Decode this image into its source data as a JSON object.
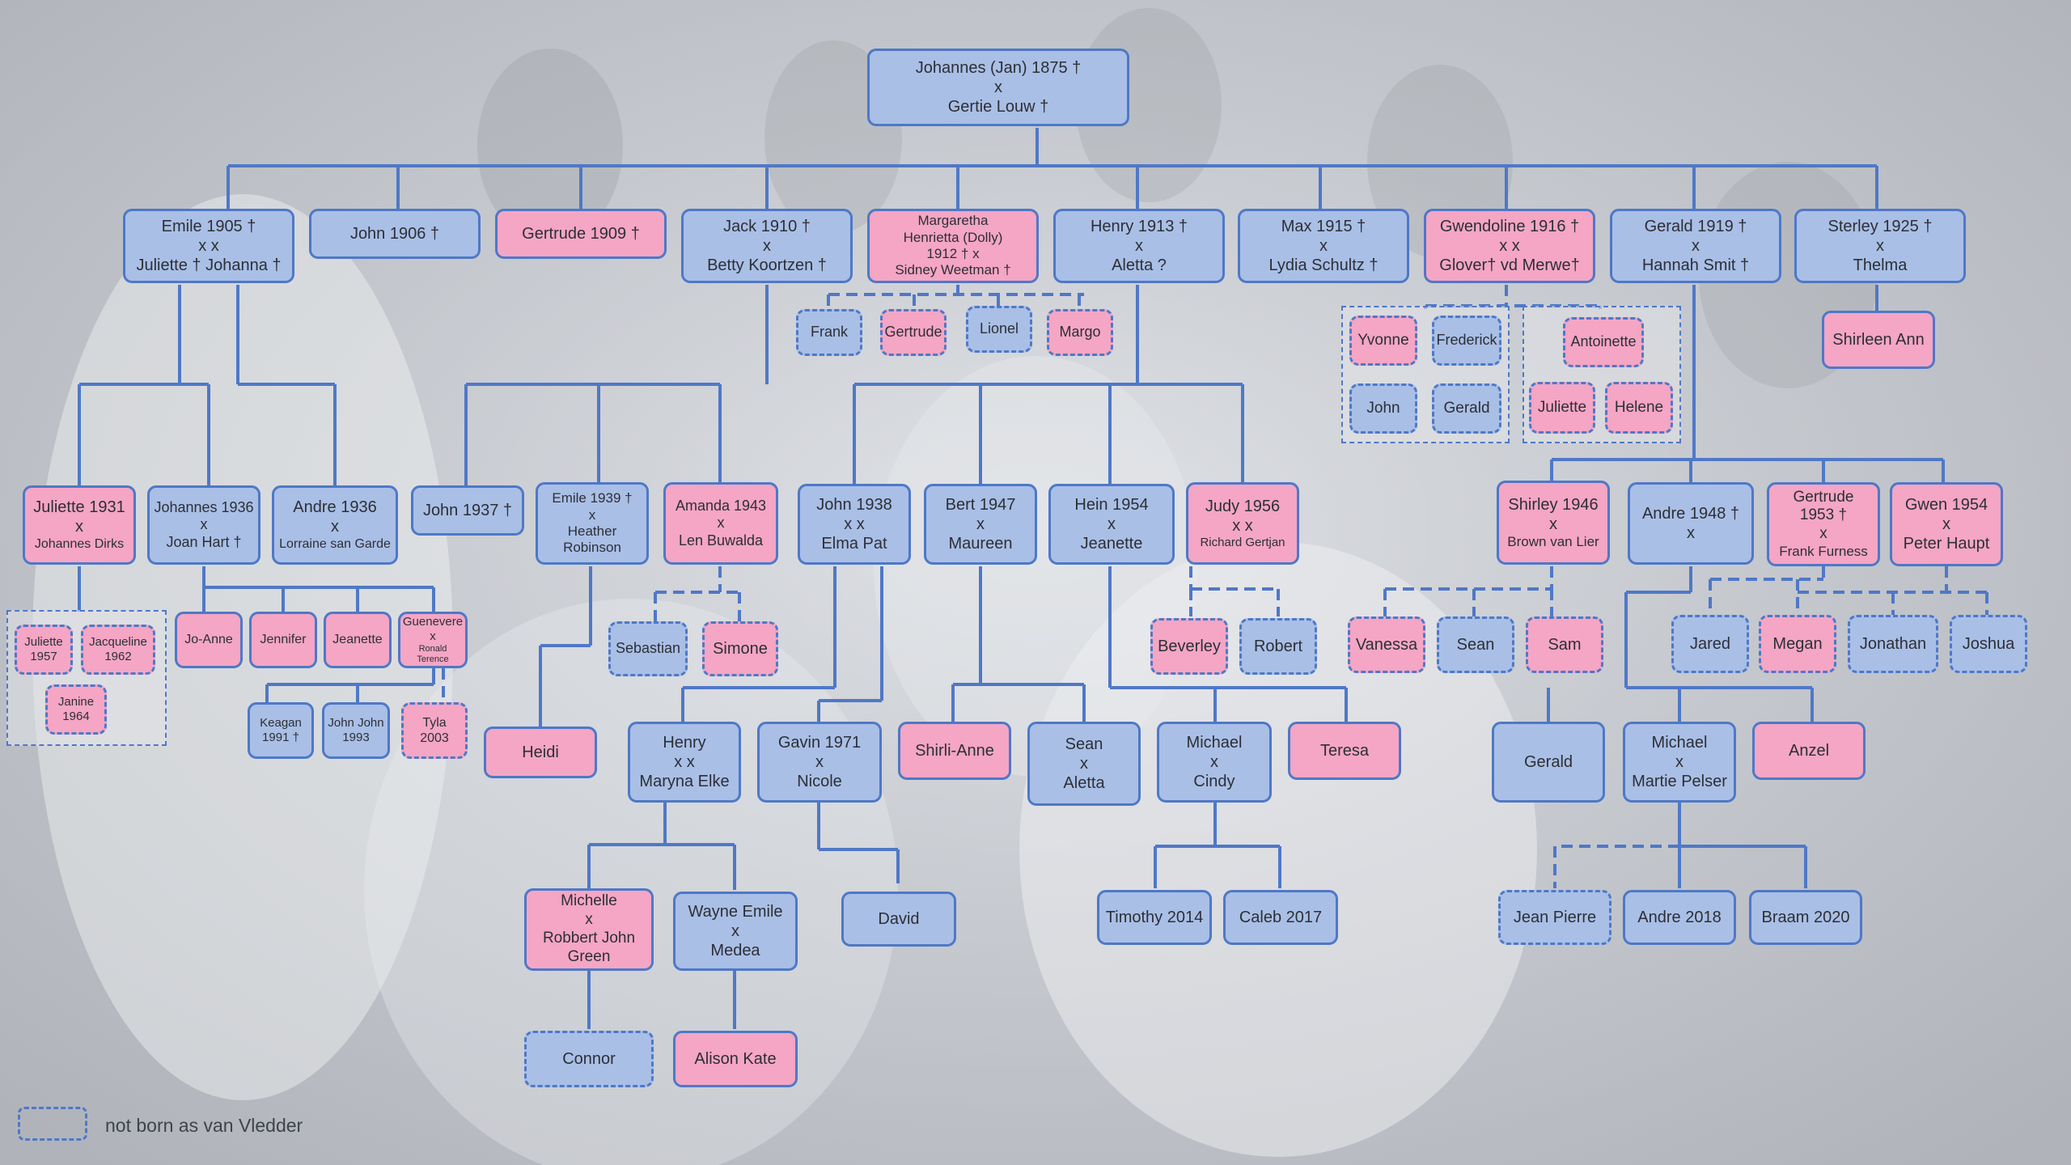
{
  "legend": {
    "label": "not born as van Vledder"
  },
  "colors": {
    "male": "#a9bfe6",
    "female": "#f4a6c4",
    "line": "#4f78c7"
  },
  "people": {
    "johannes_jan": "Johannes (Jan) 1875 †\nx\nGertie Louw †",
    "emile_1905": "Emile 1905 †\nx           x\nJuliette † Johanna †",
    "john_1906": "John 1906 †",
    "gertrude_1909": "Gertrude 1909 †",
    "jack_1910": "Jack 1910 †\nx\nBetty Koortzen †",
    "margaretha": "Margaretha\nHenrietta (Dolly)\n1912 † x\nSidney Weetman †",
    "henry_1913": "Henry 1913 †\nx\nAletta ?",
    "max_1915": "Max 1915 †\nx\nLydia Schultz †",
    "gwendoline_1916": "Gwendoline 1916 †\nx          x\nGlover†  vd Merwe†",
    "gerald_1919": "Gerald 1919 †\nx\nHannah Smit †",
    "sterley_1925": "Sterley 1925 †\nx\nThelma",
    "frank": "Frank",
    "gertrude_w": "Gertrude",
    "lionel": "Lionel",
    "margo": "Margo",
    "yvonne": "Yvonne",
    "frederick": "Frederick",
    "john_g": "John",
    "gerald_g": "Gerald",
    "antoinette": "Antoinette",
    "juliette_m": "Juliette",
    "helene": "Helene",
    "shirleen_ann": "Shirleen Ann",
    "juliette_1931_name": "Juliette 1931\nx",
    "juliette_1931_sp": "Johannes Dirks",
    "johannes_1936": "Johannes 1936\nx\nJoan Hart †",
    "andre_1936_name": "Andre 1936\nx",
    "andre_1936_sp": "Lorraine san Garde",
    "john_1937": "John 1937 †",
    "emile_1939": "Emile 1939 †\nx\nHeather\nRobinson",
    "amanda_1943": "Amanda 1943\nx\nLen Buwalda",
    "john_1938": "John 1938\nx      x\nElma    Pat",
    "bert_1947": "Bert 1947\nx\nMaureen",
    "hein_1954": "Hein 1954\nx\nJeanette",
    "judy_1956_name": "Judy 1956\nx     x",
    "judy_1956_sp": "Richard Gertjan",
    "shirley_1946_name": "Shirley 1946\nx",
    "shirley_1946_sp": "Brown van Lier",
    "andre_1948": "Andre 1948 †\nx",
    "gertrude_1953_name": "Gertrude\n1953 †\nx",
    "gertrude_1953_sp": "Frank Furness",
    "gwen_1954": "Gwen 1954\nx\nPeter Haupt",
    "juliette_1957": "Juliette\n1957",
    "jacqueline_1962": "Jacqueline\n1962",
    "janine_1964": "Janine\n1964",
    "jo_anne": "Jo-Anne",
    "jennifer": "Jennifer",
    "jeanette": "Jeanette",
    "guenevere_name": "Guenevere\nx",
    "guenevere_sp": "Ronald Terence",
    "keagan": "Keagan\n1991 †",
    "john_john": "John John\n1993",
    "tyla": "Tyla 2003",
    "sebastian": "Sebastian",
    "simone": "Simone",
    "heidi": "Heidi",
    "beverley": "Beverley",
    "robert": "Robert",
    "vanessa": "Vanessa",
    "sean_s": "Sean",
    "sam": "Sam",
    "jared": "Jared",
    "megan": "Megan",
    "jonathan": "Jonathan",
    "joshua": "Joshua",
    "henry_gc": "Henry\nx      x\nMaryna   Elke",
    "gavin_1971": "Gavin 1971\nx\nNicole",
    "shirli_anne": "Shirli-Anne",
    "sean_aletta": "Sean\nx\nAletta",
    "michael_cindy": "Michael\nx\nCindy",
    "teresa": "Teresa",
    "gerald_gc": "Gerald",
    "michael_martie": "Michael\nx\nMartie Pelser",
    "anzel": "Anzel",
    "michelle": "Michelle\nx\nRobbert John\nGreen",
    "wayne_emile": "Wayne Emile\nx\nMedea",
    "david": "David",
    "timothy": "Timothy 2014",
    "caleb": "Caleb 2017",
    "jean_pierre": "Jean Pierre",
    "andre_2018": "Andre 2018",
    "braam_2020": "Braam 2020",
    "connor": "Connor",
    "alison_kate": "Alison Kate"
  }
}
